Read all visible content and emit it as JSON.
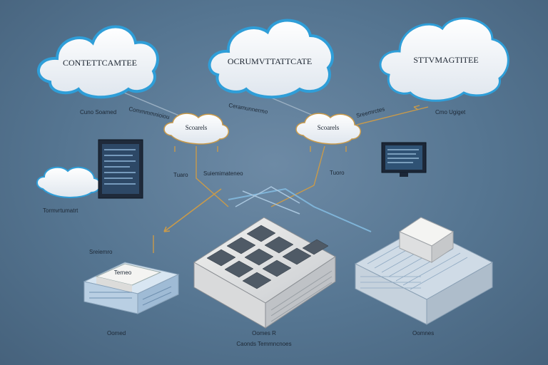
{
  "clouds": {
    "left_title": "CONTETTCAMTEE",
    "center_title": "OCRUMVTTATTCATE",
    "right_title": "STTVMAGTITEE",
    "left_caption": "Cuno Soamed",
    "right_caption": "Cmo Ugiget",
    "small_left_label": "Scoarels",
    "small_right_label": "Scoarels"
  },
  "labels": {
    "tiny_left": "Tuaro",
    "tiny_right": "Tuoro",
    "mid_label": "Suiemimateneo",
    "left_stack_label": "Sreiemro",
    "small_cloud_caption": "Tormvrtumatrt",
    "box_left_tag": "Terneo",
    "box_left_caption": "Oomed",
    "box_center_caption_top": "Oomes R",
    "box_center_caption_bottom": "Caonds Temmncnoes",
    "box_right_caption": "Oomnes",
    "arrow_text_left": "Commmmnioiou",
    "arrow_text_right": "Ceramunnermo",
    "arrow_text_far": "Sreemrctes"
  },
  "colors": {
    "background": "#557591",
    "cloud_edge": "#2f9ed8",
    "arrow_orange": "#c99a4a",
    "arrow_blue": "#7fb4d8"
  }
}
